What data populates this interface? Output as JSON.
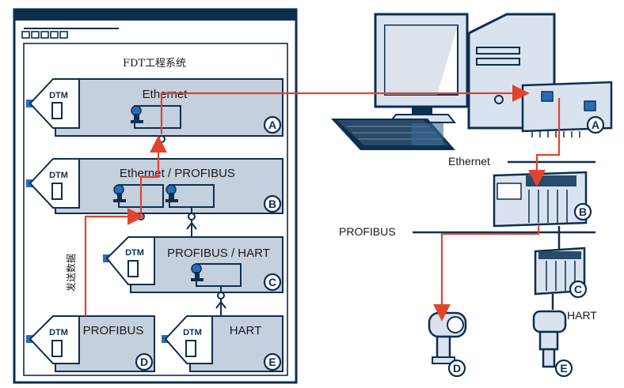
{
  "software": {
    "title": "FDT工程系统",
    "send_data_label": "发送数据",
    "dtms": [
      {
        "id": "A",
        "badge": "A",
        "dtm_label": "DTM",
        "name": "Ethernet"
      },
      {
        "id": "B",
        "badge": "B",
        "dtm_label": "DTM",
        "name": "Ethernet / PROFIBUS"
      },
      {
        "id": "C",
        "badge": "C",
        "dtm_label": "DTM",
        "name": "PROFIBUS / HART"
      },
      {
        "id": "D",
        "badge": "D",
        "dtm_label": "DTM",
        "name": "PROFIBUS"
      },
      {
        "id": "E",
        "badge": "E",
        "dtm_label": "DTM",
        "name": "HART"
      }
    ]
  },
  "hardware": {
    "bus_labels": {
      "ethernet": "Ethernet",
      "profibus": "PROFIBUS",
      "hart": "HART"
    },
    "badges": {
      "pc_card": "A",
      "controller": "B",
      "remote_io": "C",
      "field_device_d": "D",
      "field_device_e": "E"
    }
  },
  "colors": {
    "frame": "#0d2f4f",
    "block_fill": "#c5d0de",
    "block_accent": "#2a6db5",
    "signal_path": "#e0442d",
    "device_fill": "#d9e3ef"
  }
}
